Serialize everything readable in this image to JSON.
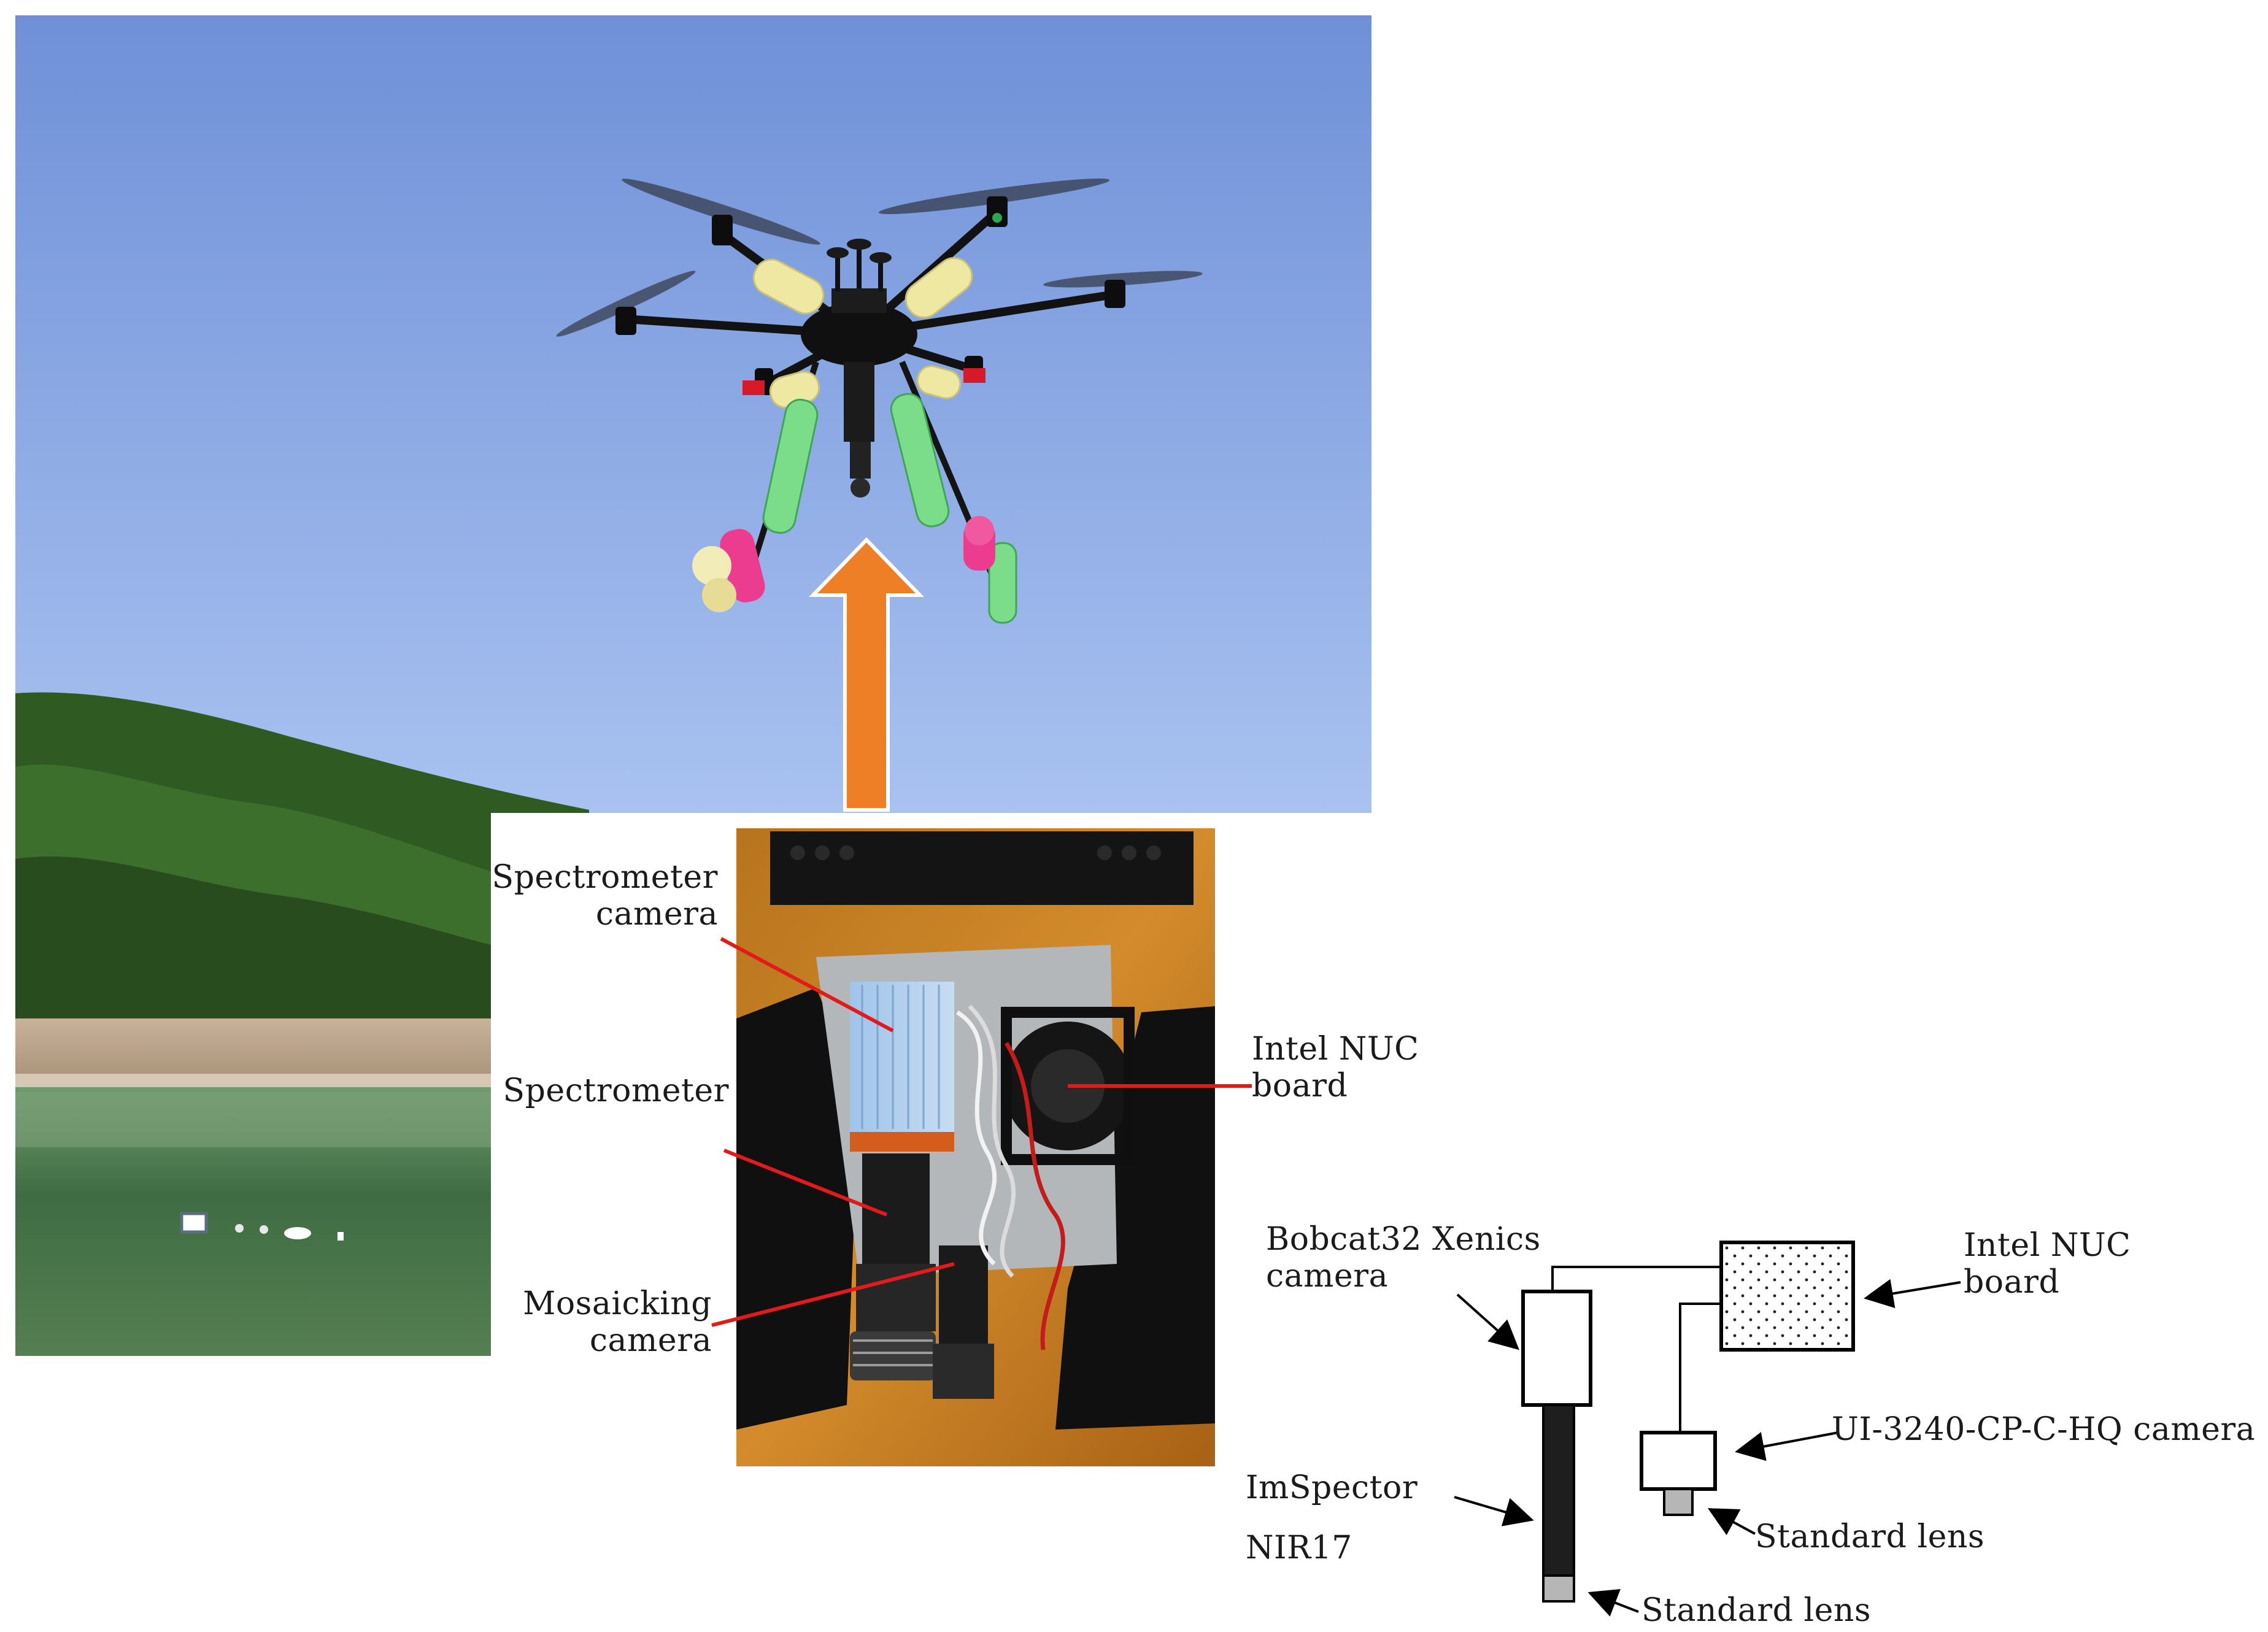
{
  "photo_labels": {
    "spectrometer_camera": [
      "Spectrometer",
      "camera"
    ],
    "spectrometer": "Spectrometer",
    "mosaicking_camera": [
      "Mosaicking",
      "camera"
    ],
    "intel_nuc_board": [
      "Intel NUC",
      "board"
    ]
  },
  "schematic_labels": {
    "bobcat_camera": [
      "Bobcat32 Xenics",
      "camera"
    ],
    "intel_nuc_board": [
      "Intel NUC",
      "board"
    ],
    "ui_camera": "UI-3240-CP-C-HQ camera",
    "imspector": [
      "ImSpector",
      "NIR17"
    ],
    "standard_lens_ui": "Standard lens",
    "standard_lens_bobcat": "Standard lens"
  },
  "colors": {
    "sky_top": "#6f90d8",
    "sky_bottom": "#a3bdef",
    "arrow_orange": "#ee7f27",
    "leader_red": "#e11b1b",
    "forest": "#2f5a22",
    "water": "#4a7a4c"
  }
}
